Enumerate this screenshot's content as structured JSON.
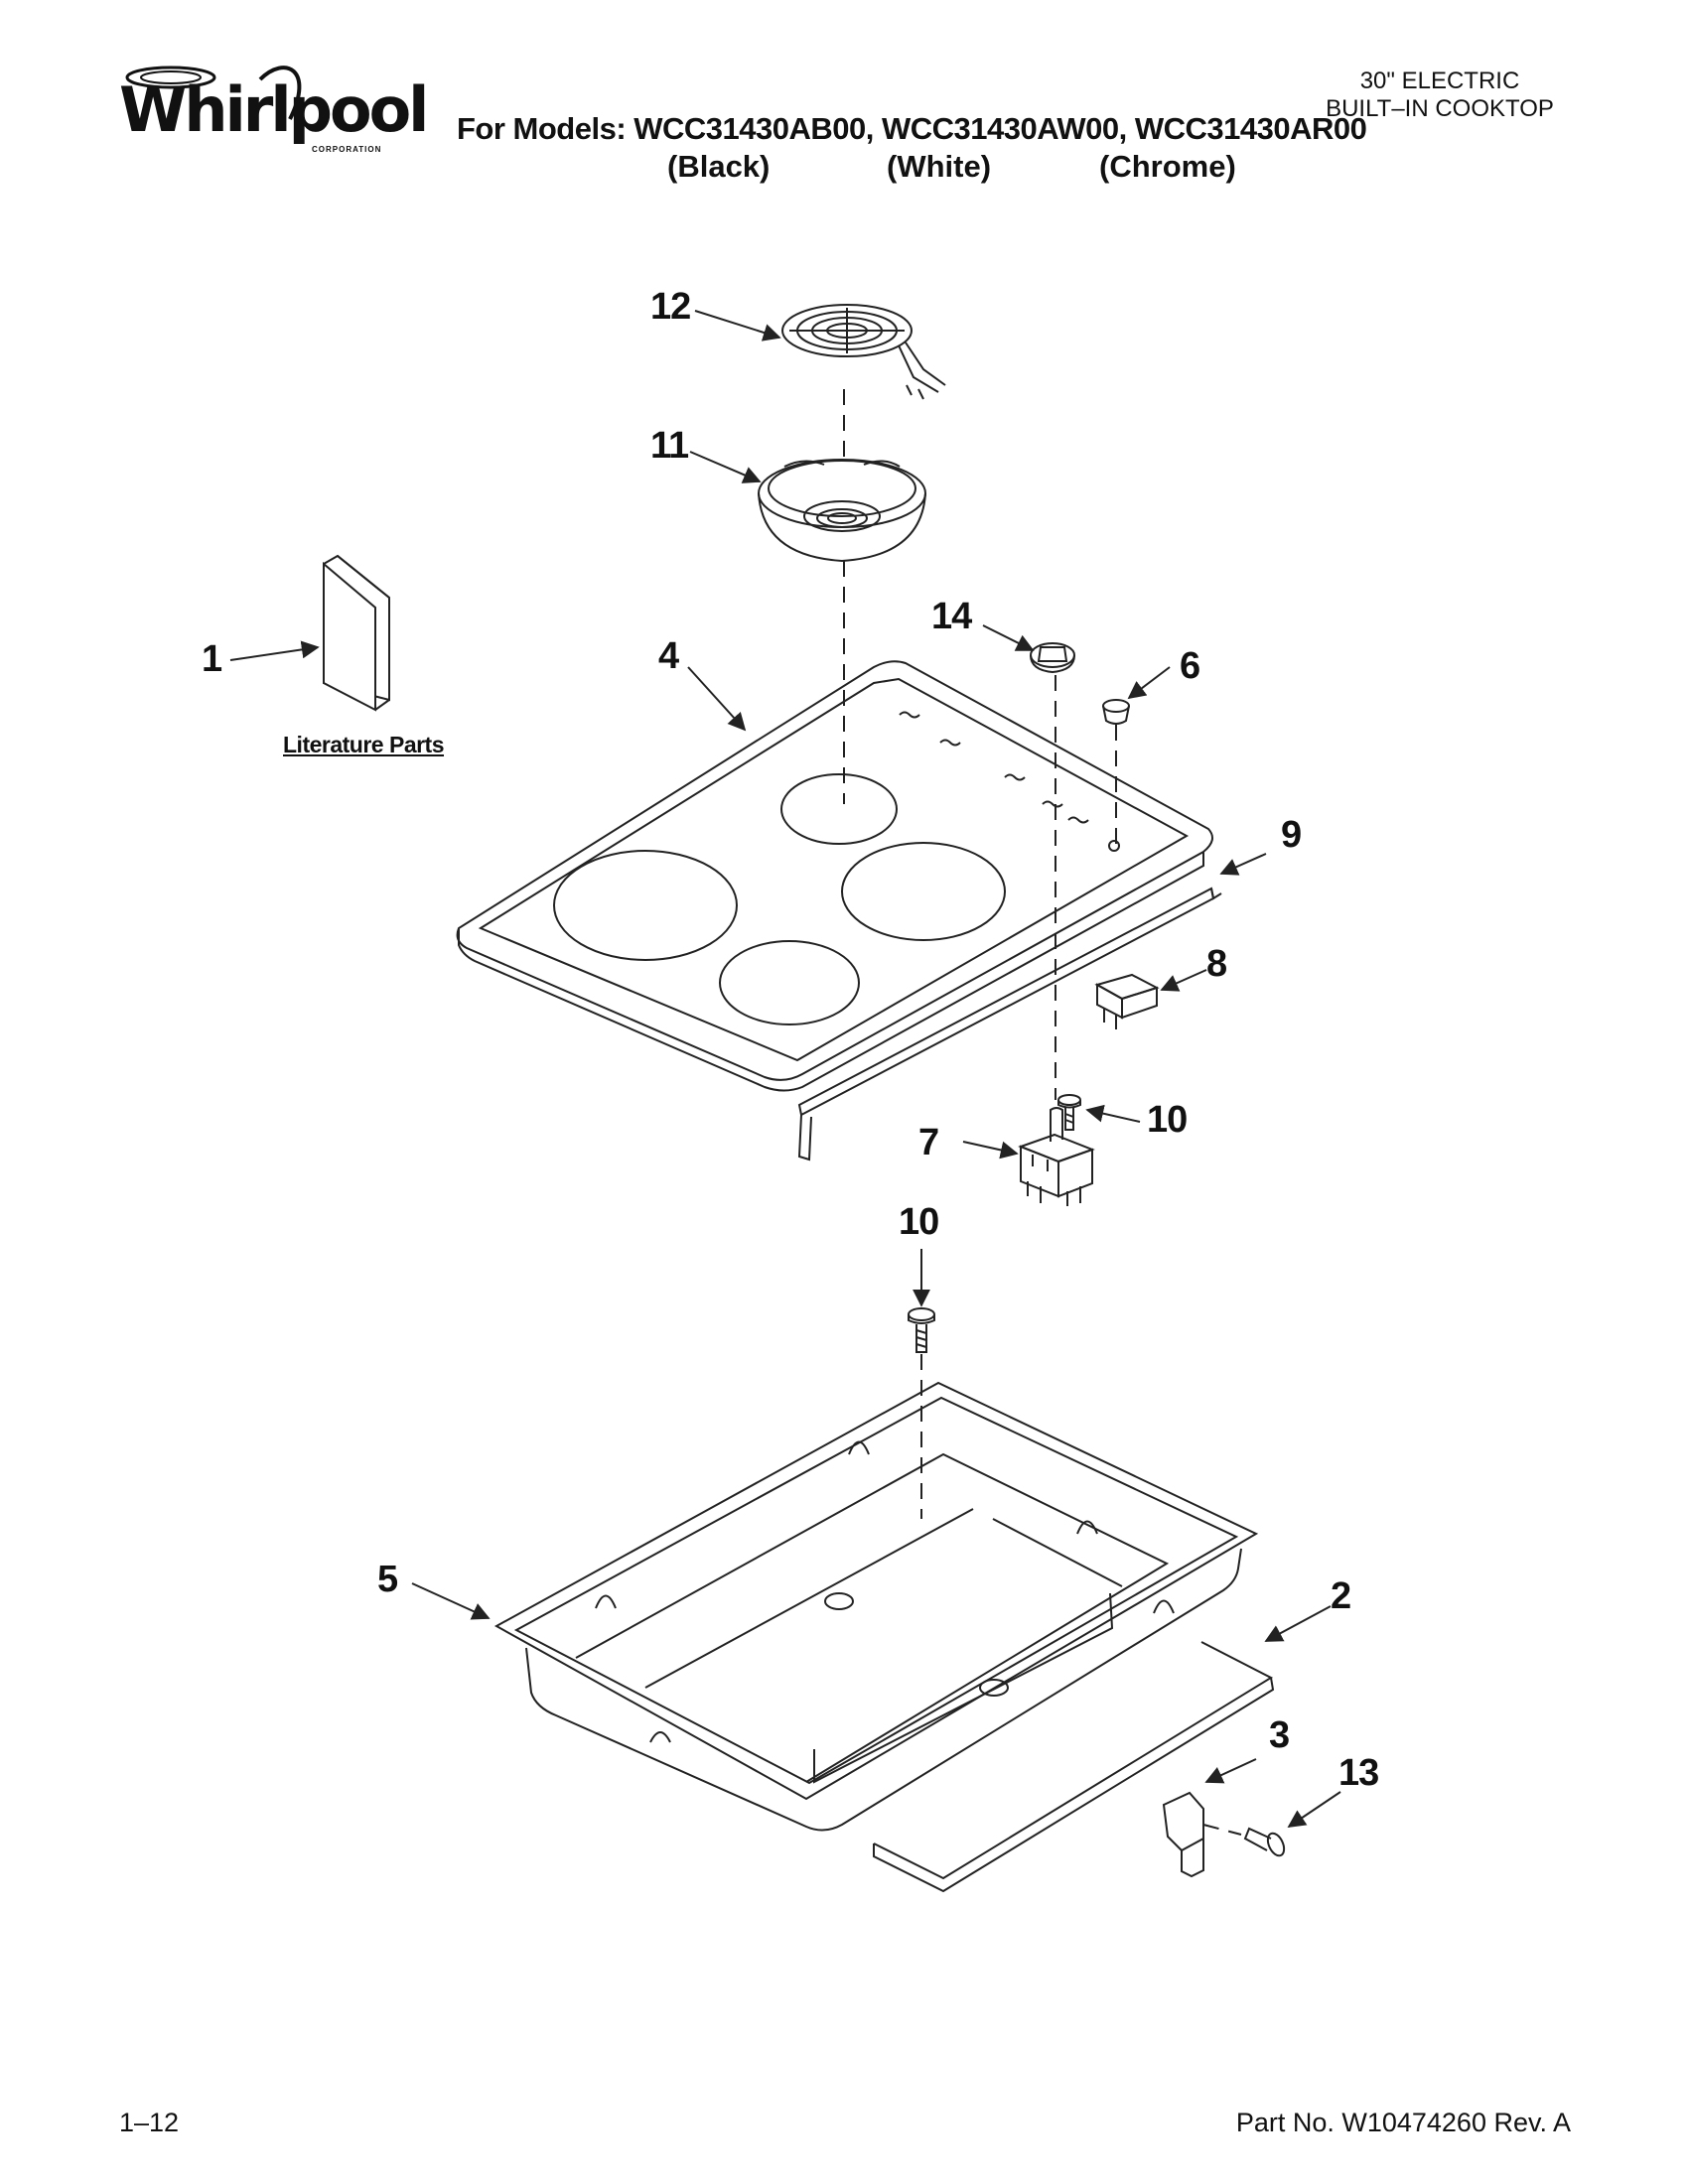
{
  "header": {
    "brand_name": "Whirlpool",
    "brand_sub": "CORPORATION",
    "models_line": "For Models: WCC31430AB00, WCC31430AW00, WCC31430AR00",
    "variants": [
      "(Black)",
      "(White)",
      "(Chrome)"
    ],
    "product_line1": "30\" ELECTRIC",
    "product_line2": "BUILT–IN COOKTOP"
  },
  "diagram": {
    "literature_label": "Literature Parts",
    "callouts": [
      "12",
      "11",
      "1",
      "14",
      "4",
      "6",
      "9",
      "8",
      "10",
      "7",
      "10",
      "5",
      "2",
      "3",
      "13"
    ]
  },
  "footer": {
    "page": "1–12",
    "part_number": "Part No. W10474260 Rev. A"
  }
}
